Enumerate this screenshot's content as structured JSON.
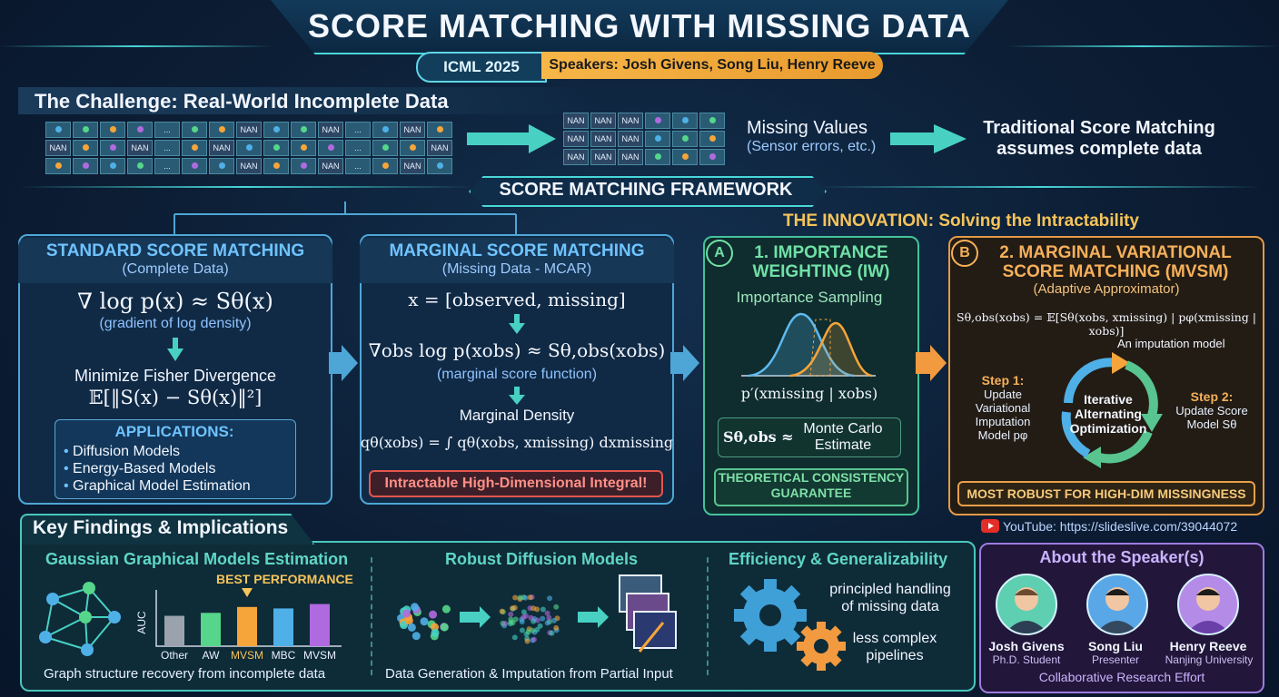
{
  "header": {
    "title": "SCORE MATCHING WITH MISSING DATA",
    "conference": "ICML 2025",
    "speakers_line": "Speakers: Josh Givens, Song Liu, Henry Reeve"
  },
  "challenge": {
    "title": "The Challenge: Real-World Incomplete Data",
    "nan_label": "NAN",
    "ellipsis": "...",
    "missing_values": "Missing Values",
    "missing_values_sub": "(Sensor errors, etc.)",
    "traditional_line1": "Traditional Score Matching",
    "traditional_line2": "assumes complete data"
  },
  "framework": {
    "title": "SCORE MATCHING FRAMEWORK",
    "innovation": "THE INNOVATION: Solving the Intractability"
  },
  "standard": {
    "title": "STANDARD SCORE MATCHING",
    "subtitle": "(Complete Data)",
    "formula1": "∇ log p(x) ≈ Sθ(x)",
    "formula1_note": "(gradient of log density)",
    "minimize": "Minimize Fisher Divergence",
    "formula2": "𝔼[‖S(x) − Sθ(x)‖²]",
    "apps_title": "APPLICATIONS:",
    "apps": [
      "Diffusion Models",
      "Energy-Based Models",
      "Graphical Model Estimation"
    ]
  },
  "marginal": {
    "title": "MARGINAL SCORE MATCHING",
    "subtitle": "(Missing Data - MCAR)",
    "formula1": "x = [observed, missing]",
    "formula2": "∇obs log p(xobs) ≈ Sθ,obs(xobs)",
    "formula2_note": "(marginal score function)",
    "density_label": "Marginal Density",
    "formula3": "qθ(xobs) = ∫ qθ(xobs, xmissing) dxmissing",
    "intractable": "Intractable High-Dimensional Integral!"
  },
  "iw": {
    "badge": "A",
    "title_line1": "1. IMPORTANCE",
    "title_line2": "WEIGHTING (IW)",
    "sampling": "Importance Sampling",
    "dist_label": "p′(xmissing | xobs)",
    "estimate_lhs": "Sθ,obs ≈",
    "estimate_line1": "Monte Carlo",
    "estimate_line2": "Estimate",
    "guarantee_line1": "THEORETICAL CONSISTENCY",
    "guarantee_line2": "GUARANTEE"
  },
  "mvsm": {
    "badge": "B",
    "title_line1": "2. MARGINAL VARIATIONAL",
    "title_line2": "SCORE MATCHING (MVSM)",
    "subtitle": "(Adaptive Approximator)",
    "formula": "Sθ,obs(xobs) = 𝔼[Sθ(xobs, xmissing) | pφ(xmissing | xobs)]",
    "imputation_note": "An imputation model",
    "step1_title": "Step 1:",
    "step1_lines": [
      "Update",
      "Variational",
      "Imputation",
      "Model pφ"
    ],
    "center_lines": [
      "Iterative",
      "Alternating",
      "Optimization"
    ],
    "step2_title": "Step 2:",
    "step2_lines": [
      "Update Score",
      "Model Sθ"
    ],
    "robust": "MOST ROBUST FOR HIGH-DIM MISSINGNESS"
  },
  "findings": {
    "title": "Key Findings & Implications",
    "ggm": {
      "title": "Gaussian Graphical Models Estimation",
      "best": "BEST PERFORMANCE",
      "ylabel": "AUC",
      "caption": "Graph structure recovery from incomplete data"
    },
    "diffusion": {
      "title": "Robust Diffusion Models",
      "caption": "Data Generation & Imputation from Partial Input"
    },
    "efficiency": {
      "title": "Efficiency & Generalizability",
      "point1_line1": "principled handling",
      "point1_line2": "of missing data",
      "point2_line1": "less complex",
      "point2_line2": "pipelines"
    }
  },
  "chart_data": {
    "type": "bar",
    "categories": [
      "Other",
      "AW",
      "MVSM",
      "MBC",
      "MVSM"
    ],
    "values": [
      0.62,
      0.68,
      0.8,
      0.77,
      0.86
    ],
    "colors": [
      "#9aa3ad",
      "#55d68a",
      "#f6a53a",
      "#4fb0e8",
      "#b06ae0"
    ],
    "ylabel": "AUC",
    "annotation": "BEST PERFORMANCE"
  },
  "youtube": {
    "label": "YouTube: https://slideslive.com/39044072"
  },
  "about": {
    "title": "About the Speaker(s)",
    "speakers": [
      {
        "name": "Josh Givens",
        "role": "Ph.D. Student"
      },
      {
        "name": "Song Liu",
        "role": "Presenter"
      },
      {
        "name": "Henry Reeve",
        "role": "Nanjing University"
      }
    ],
    "footer": "Collaborative Research Effort"
  },
  "colors": {
    "teal": "#49d6d8",
    "blue": "#4ea6d6",
    "green": "#45c29a",
    "orange": "#e39a47",
    "purple": "#a07be0",
    "red": "#e4564d"
  }
}
